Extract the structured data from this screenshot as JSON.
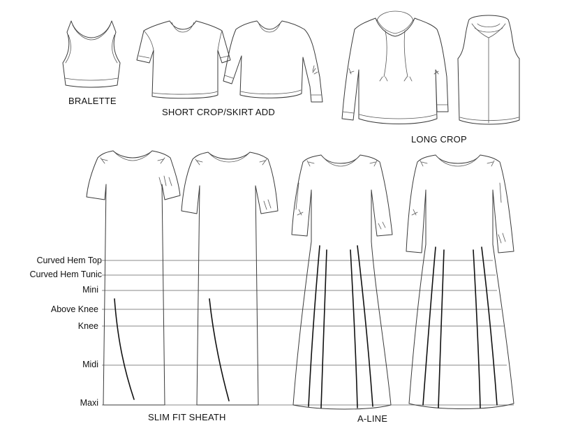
{
  "captions": {
    "bralette": "BRALETTE",
    "short_crop": "SHORT CROP/SKIRT ADD",
    "long_crop": "LONG CROP",
    "slim_fit": "SLIM FIT SHEATH",
    "a_line": "A-LINE"
  },
  "length_lines": [
    "Curved Hem Top",
    "Curved Hem Tunic",
    "Mini",
    "Above Knee",
    "Knee",
    "Midi",
    "Maxi"
  ]
}
